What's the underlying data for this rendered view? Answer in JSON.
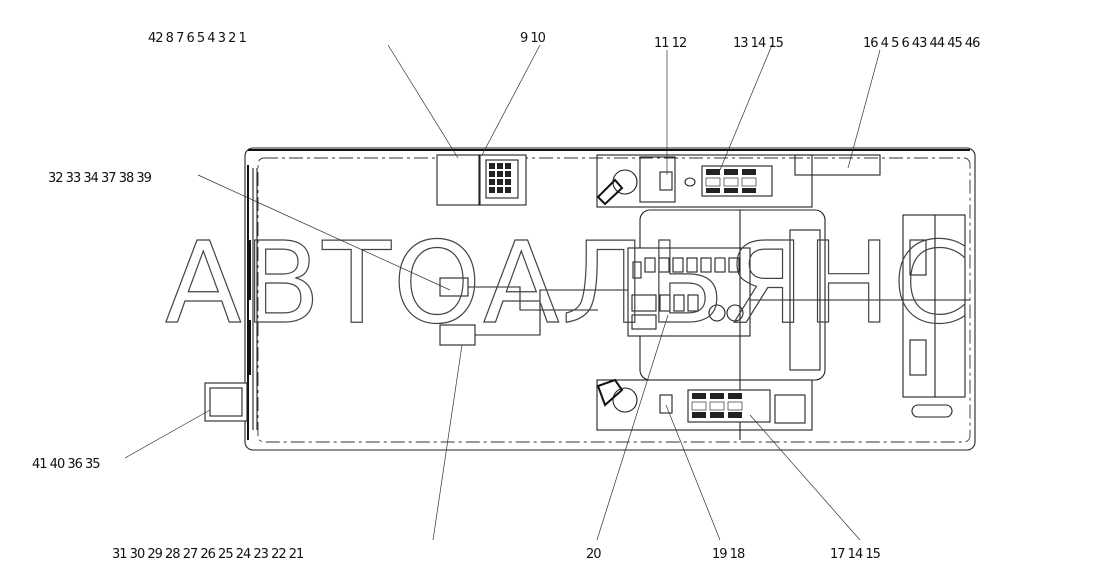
{
  "callouts": {
    "top_left": "42 8 7 6 5 4 3 2 1",
    "top_9_10": "9 10",
    "top_11_12": "11 12",
    "top_13_15": "13 14 15",
    "top_right": "16 4 5 6 43 44 45 46",
    "left_mid": "32 33 34 37 38 39",
    "left_bottom": "41 40 36 35",
    "bottom_left": "31 30 29 28 27 26 25 24 23 22 21",
    "bottom_20": "20",
    "bottom_19_18": "19 18",
    "bottom_17_15": "17 14 15"
  },
  "watermark": "АВТОАЛЬЯНС"
}
